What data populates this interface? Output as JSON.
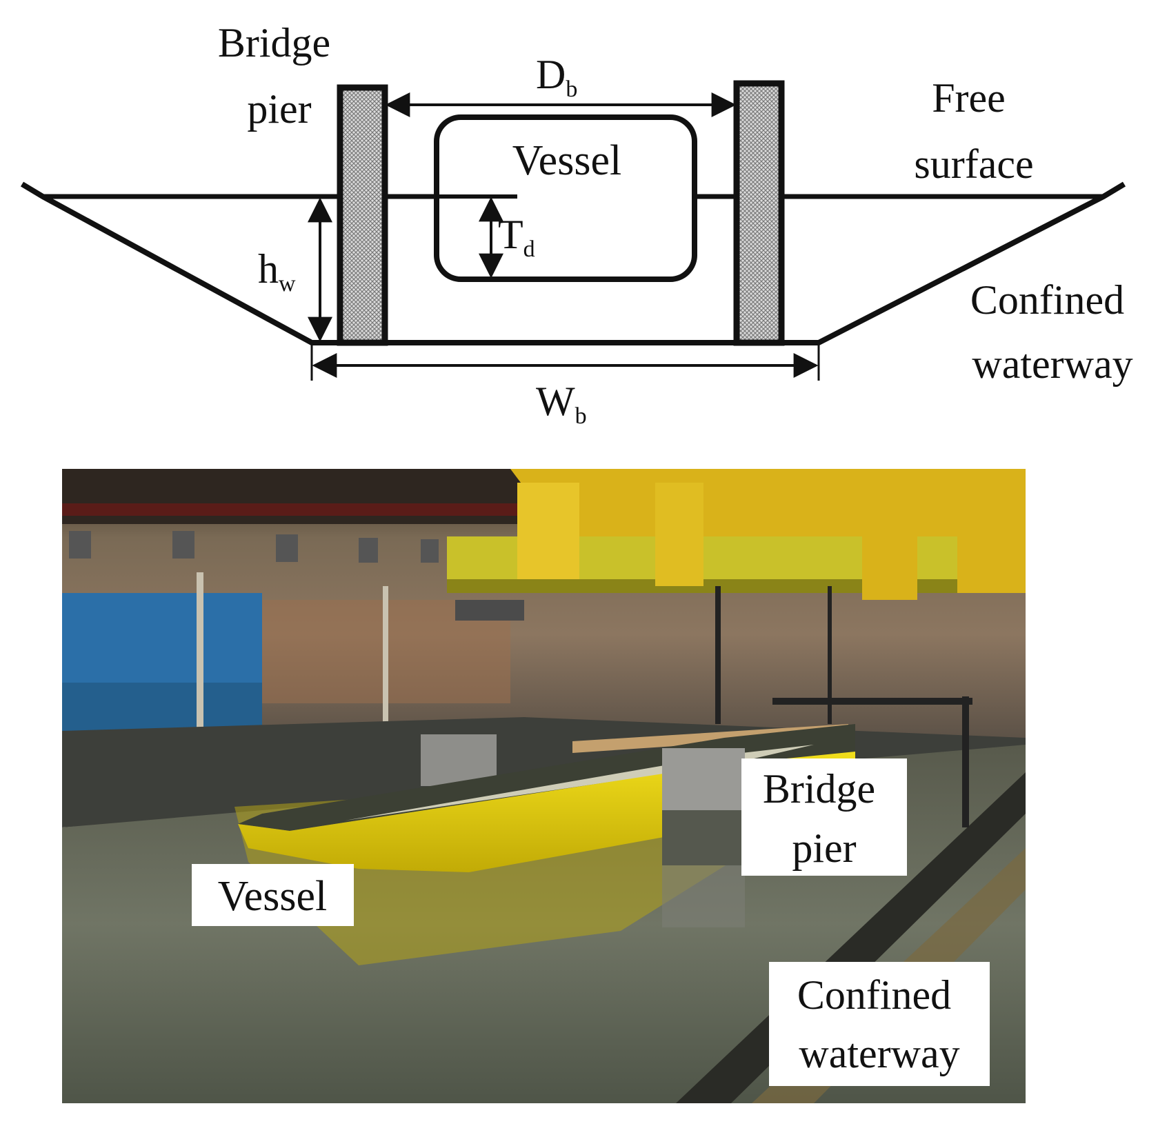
{
  "diagram": {
    "labels": {
      "bridge_pier_line1": "Bridge",
      "bridge_pier_line2": "pier",
      "vessel": "Vessel",
      "free_surface_line1": "Free",
      "free_surface_line2": "surface",
      "confined_waterway_line1": "Confined",
      "confined_waterway_line2": "waterway"
    },
    "dimensions": {
      "db": {
        "main": "D",
        "sub": "b"
      },
      "td": {
        "main": "T",
        "sub": "d"
      },
      "hw": {
        "main": "h",
        "sub": "w"
      },
      "wb": {
        "main": "W",
        "sub": "b"
      }
    }
  },
  "photo": {
    "labels": {
      "vessel": "Vessel",
      "bridge_pier_line1": "Bridge",
      "bridge_pier_line2": "pier",
      "confined_waterway_line1": "Confined",
      "confined_waterway_line2": "waterway"
    }
  },
  "colors": {
    "line": "#111111",
    "pier_hatch": "#9a9a9a",
    "vessel_yellow": "#e8d20a",
    "water": "#6f7462",
    "wall": "#8c7a62",
    "blue_panel": "#2b6fa8",
    "carriage_yellow": "#c9c12a"
  }
}
